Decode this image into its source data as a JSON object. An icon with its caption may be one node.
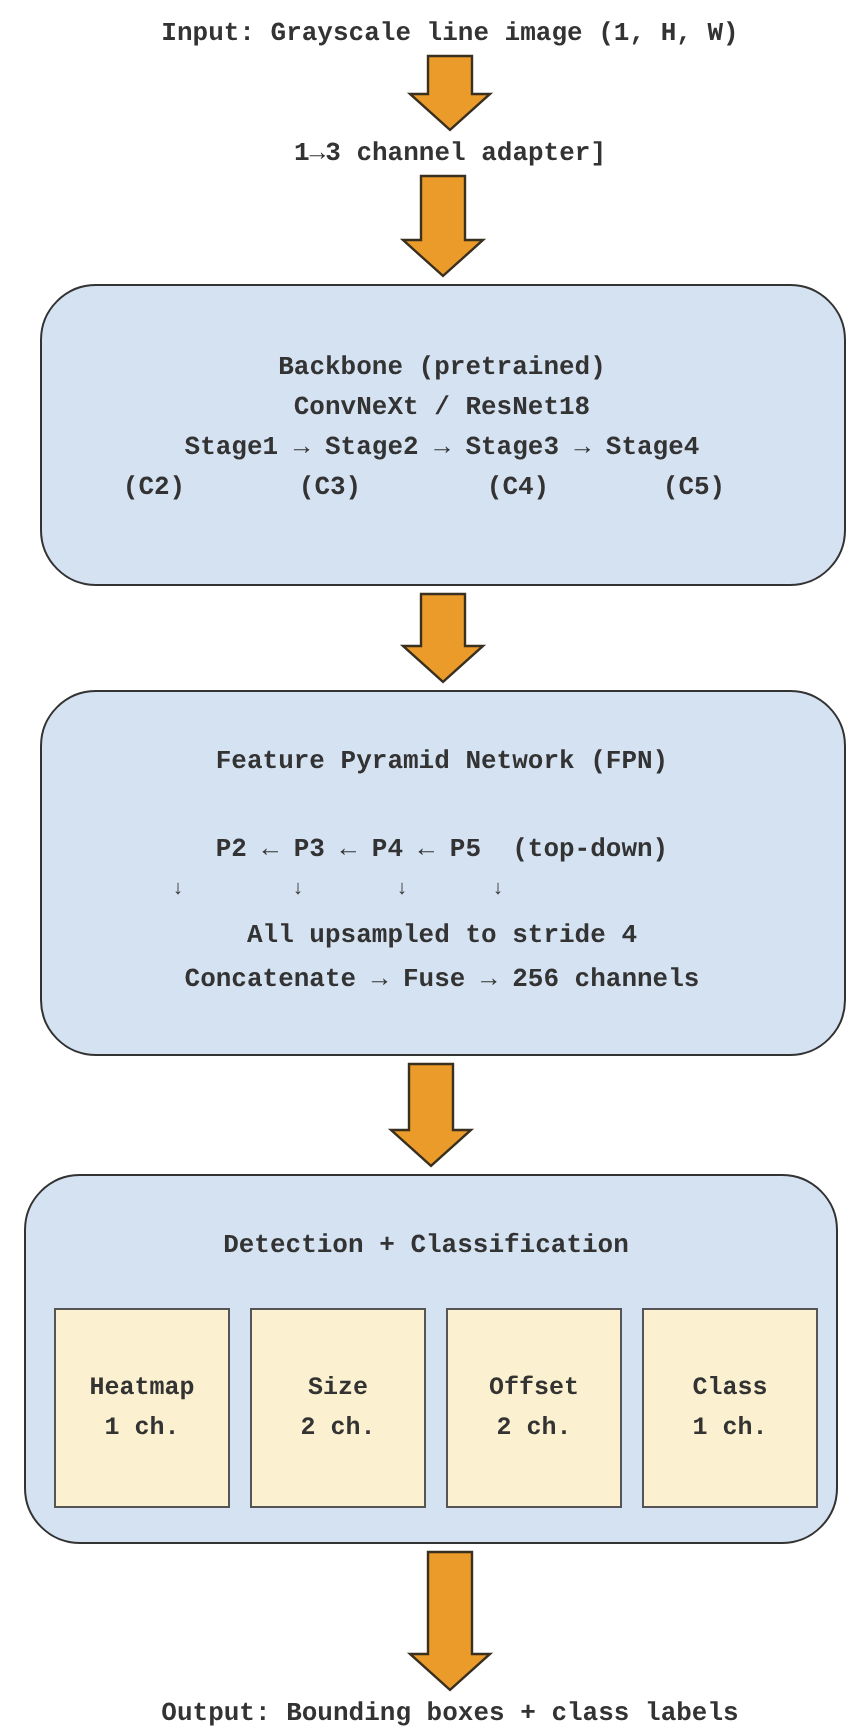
{
  "diagram": {
    "nodes": [
      {
        "text": [
          "Input: Grayscale line image (1, H, W)"
        ]
      },
      {
        "text": [
          "1→3 channel adapter]"
        ]
      },
      {
        "text": [
          "Backbone (pretrained)",
          "ConvNeXt / ResNet18",
          "Stage1 → Stage2 → Stage3 → Stage4",
          "(C2)",
          "(C3)",
          "(C4)",
          "(C5)"
        ]
      },
      {
        "text": [
          "Feature Pyramid Network (FPN)",
          "P2 ← P3 ← P4 ← P5  (top-down)",
          "↓",
          "↓",
          "↓",
          "↓",
          "All upsampled to stride 4",
          "Concatenate → Fuse → 256 channels"
        ]
      },
      {
        "text": [
          "Detection + Classification"
        ]
      },
      {
        "text": [
          "Heatmap",
          "1 ch."
        ],
        "in": 4
      },
      {
        "text": [
          "Size",
          "2 ch."
        ],
        "in": 4
      },
      {
        "text": [
          "Offset",
          "2 ch."
        ],
        "in": 4
      },
      {
        "text": [
          "Class",
          "1 ch."
        ],
        "in": 4
      },
      {
        "text": [
          "Output: Bounding boxes + class labels"
        ]
      }
    ],
    "edges": [
      {
        "from": 0,
        "to": 1,
        "arrow": "to"
      },
      {
        "from": 1,
        "to": 2,
        "arrow": "to"
      },
      {
        "from": 2,
        "to": 3,
        "arrow": "to"
      },
      {
        "from": 3,
        "to": 4,
        "arrow": "to"
      },
      {
        "from": 4,
        "to": 9,
        "arrow": "to"
      }
    ]
  }
}
